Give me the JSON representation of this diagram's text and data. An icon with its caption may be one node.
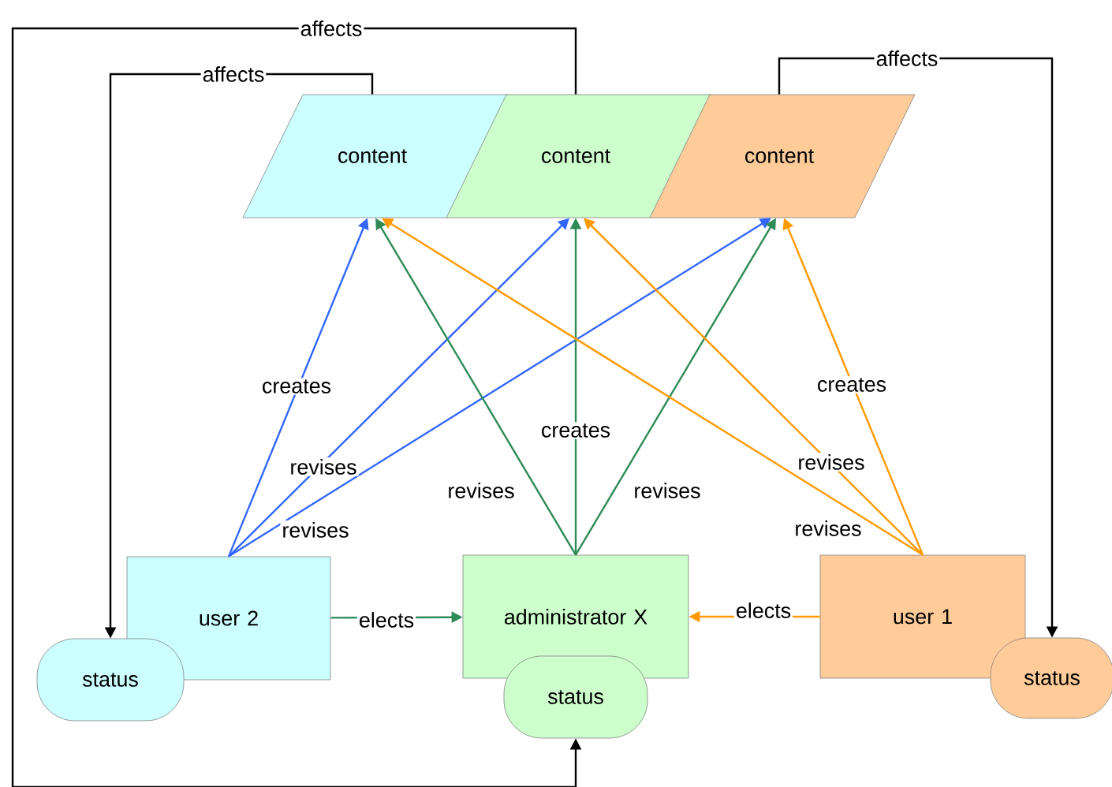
{
  "diagram": {
    "nodes": [
      {
        "text": [
          "content"
        ]
      },
      {
        "text": [
          "content"
        ]
      },
      {
        "text": [
          "content"
        ]
      },
      {
        "text": [
          "user 2"
        ]
      },
      {
        "text": [
          "status"
        ]
      },
      {
        "text": [
          "administrator X"
        ]
      },
      {
        "text": [
          "status"
        ]
      },
      {
        "text": [
          "user 1"
        ]
      },
      {
        "text": [
          "status"
        ]
      }
    ],
    "edges": [
      {
        "from": 1,
        "to": 6,
        "arrow": "to",
        "label": "affects",
        "color": "#000000"
      },
      {
        "from": 0,
        "to": 4,
        "arrow": "to",
        "label": "affects",
        "color": "#000000"
      },
      {
        "from": 2,
        "to": 8,
        "arrow": "to",
        "label": "affects",
        "color": "#000000"
      },
      {
        "from": 3,
        "to": 0,
        "arrow": "to",
        "label": "creates",
        "color": "#3366ff"
      },
      {
        "from": 3,
        "to": 1,
        "arrow": "to",
        "label": "revises",
        "color": "#3366ff"
      },
      {
        "from": 3,
        "to": 2,
        "arrow": "to",
        "label": "revises",
        "color": "#3366ff"
      },
      {
        "from": 5,
        "to": 0,
        "arrow": "to",
        "label": "revises",
        "color": "#2e8b57"
      },
      {
        "from": 5,
        "to": 1,
        "arrow": "to",
        "label": "creates",
        "color": "#2e8b57"
      },
      {
        "from": 5,
        "to": 2,
        "arrow": "to",
        "label": "revises",
        "color": "#2e8b57"
      },
      {
        "from": 7,
        "to": 2,
        "arrow": "to",
        "label": "creates",
        "color": "#ff9900"
      },
      {
        "from": 7,
        "to": 1,
        "arrow": "to",
        "label": "revises",
        "color": "#ff9900"
      },
      {
        "from": 7,
        "to": 0,
        "arrow": "to",
        "label": "revises",
        "color": "#ff9900"
      },
      {
        "from": 3,
        "to": 5,
        "arrow": "to",
        "label": "elects",
        "color": "#2e8b57"
      },
      {
        "from": 7,
        "to": 5,
        "arrow": "to",
        "label": "elects",
        "color": "#ff9900"
      }
    ]
  }
}
